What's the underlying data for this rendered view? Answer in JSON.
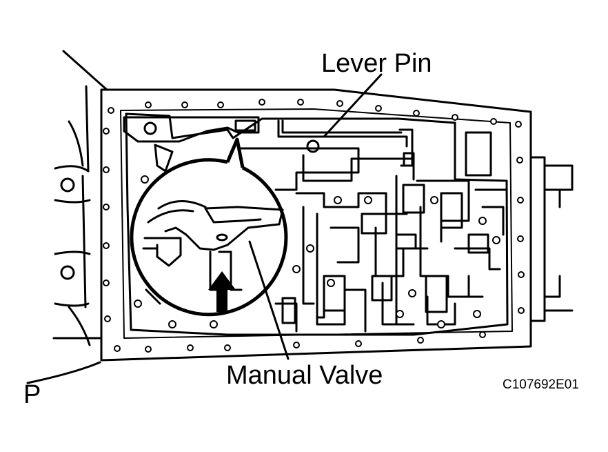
{
  "labels": {
    "lever_pin": "Lever Pin",
    "manual_valve": "Manual Valve",
    "position": "P",
    "figure_code": "C107692E01"
  }
}
